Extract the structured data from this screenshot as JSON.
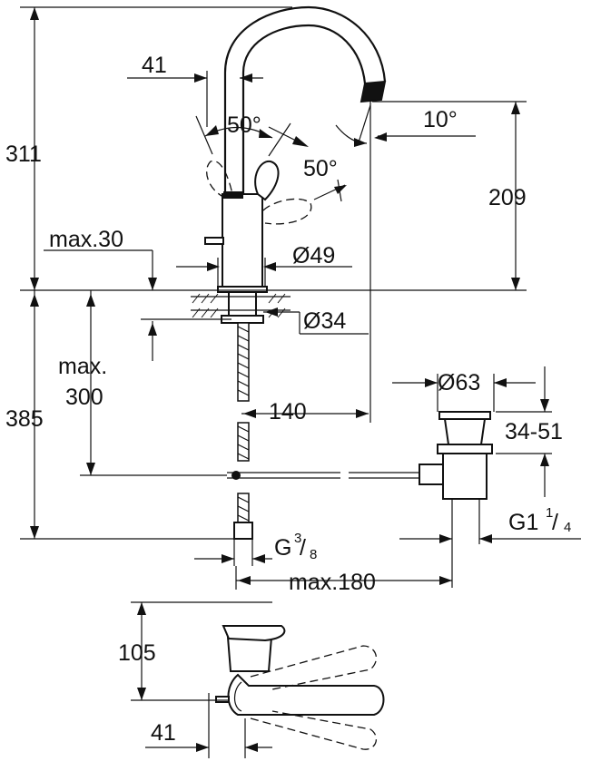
{
  "dimensions": {
    "total_height": "311",
    "reach_spout_outlet": "41",
    "lever_angle_front": "50°",
    "lever_angle_side": "50°",
    "spout_angle": "10°",
    "spout_height": "209",
    "max_deck_thickness": "max.30",
    "body_diameter": "Ø49",
    "hole_diameter": "Ø34",
    "max_hose_label": "max.",
    "max_hose_value": "300",
    "below_deck_height": "385",
    "spout_reach": "140",
    "waste_diameter": "Ø63",
    "waste_range": "34-51",
    "waste_thread_main": "G1",
    "waste_thread_num": "1",
    "waste_thread_den": "4",
    "connection_thread_main": "G",
    "connection_thread_num": "3",
    "connection_thread_den": "8",
    "max_rod_length": "max.180",
    "plan_depth": "105",
    "plan_offset": "41"
  }
}
